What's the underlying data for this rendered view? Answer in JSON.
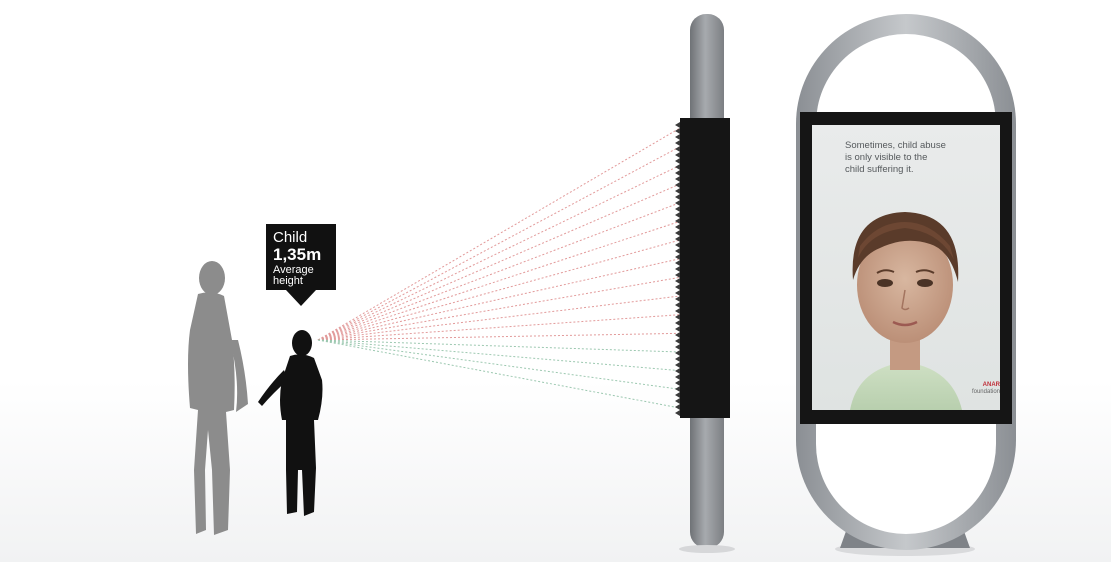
{
  "label": {
    "line1": "Child",
    "line2": "1,35m",
    "line3": "Average",
    "line4": "height"
  },
  "poster": {
    "line1": "Sometimes, child abuse",
    "line2": "is only visible to the",
    "line3": "child suffering it.",
    "logo_text": "ANAR",
    "logo_sub": "foundation"
  },
  "colors": {
    "silhouette_adult": "#8c8c8c",
    "silhouette_child": "#111111",
    "beam_red": "#e29a9a",
    "beam_green": "#9cc8b0",
    "pillar": "#8d9094",
    "frame": "#9a9ea3",
    "label_bg": "#111111"
  }
}
